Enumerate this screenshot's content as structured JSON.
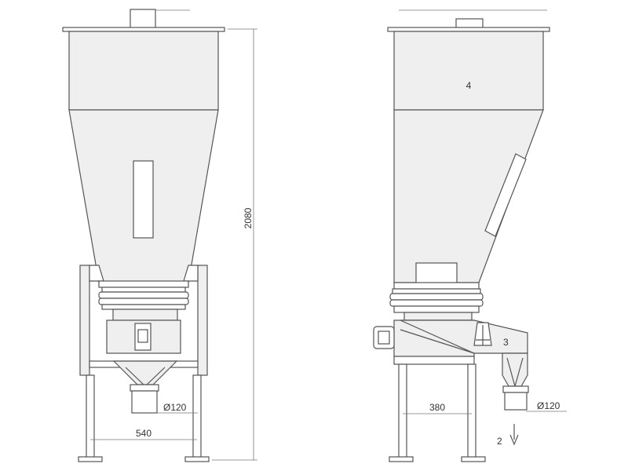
{
  "labels": {
    "height": "2080",
    "width_front": "540",
    "width_side": "380",
    "diameter_front": "Ø120",
    "diameter_side": "Ø120",
    "part_2": "2",
    "part_3": "3",
    "part_4": "4"
  },
  "colors": {
    "line": "#555555",
    "fill": "#efefef",
    "background": "#ffffff"
  }
}
